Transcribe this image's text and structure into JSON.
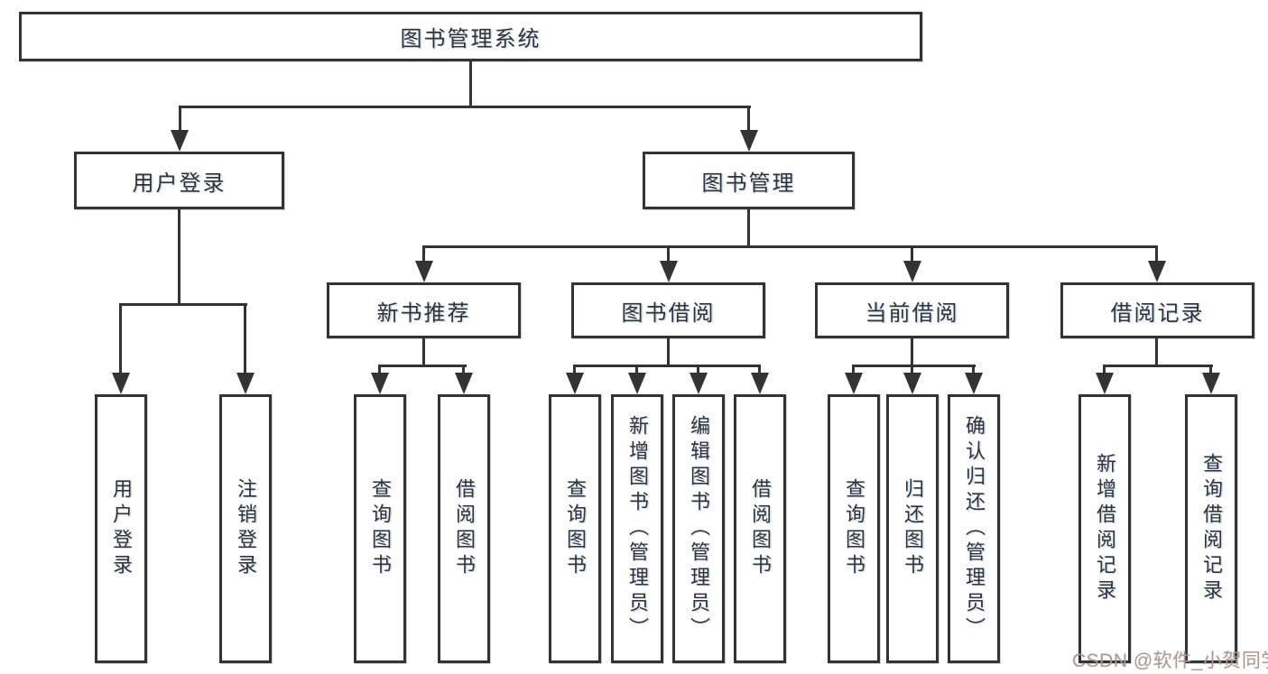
{
  "diagram": {
    "type": "hierarchy-tree",
    "colors": {
      "line": "#333333",
      "text": "#333333",
      "background": "#ffffff",
      "watermark": "#a49696"
    },
    "tree": {
      "root": {
        "label": "图书管理系统",
        "children": [
          {
            "label": "用户登录",
            "children": [
              {
                "label": "用户登录"
              },
              {
                "label": "注销登录"
              }
            ]
          },
          {
            "label": "图书管理",
            "children": [
              {
                "label": "新书推荐",
                "children": [
                  {
                    "label": "查询图书"
                  },
                  {
                    "label": "借阅图书"
                  }
                ]
              },
              {
                "label": "图书借阅",
                "children": [
                  {
                    "label": "查询图书"
                  },
                  {
                    "label": "新增图书（管理员）"
                  },
                  {
                    "label": "编辑图书（管理员）"
                  },
                  {
                    "label": "借阅图书"
                  }
                ]
              },
              {
                "label": "当前借阅",
                "children": [
                  {
                    "label": "查询图书"
                  },
                  {
                    "label": "归还图书"
                  },
                  {
                    "label": "确认归还（管理员）"
                  }
                ]
              },
              {
                "label": "借阅记录",
                "children": [
                  {
                    "label": "新增借阅记录"
                  },
                  {
                    "label": "查询借阅记录"
                  }
                ]
              }
            ]
          }
        ]
      }
    },
    "watermark": {
      "text": "CSDN @软件_小贺同学"
    }
  }
}
